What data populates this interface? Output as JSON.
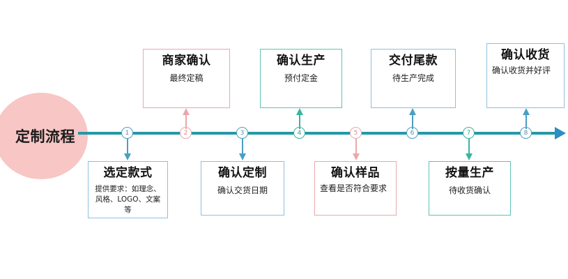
{
  "diagram": {
    "hub_label": "定制流程",
    "axis_color": "#2499a8",
    "arrow_color": "#2b8fc2"
  },
  "steps": [
    {
      "number": "1",
      "title": "选定款式",
      "subtitle": "提供要求：如理念、风格、LOGO、文案等",
      "side": "below",
      "color": "blue",
      "border_color": "#8fc0dd"
    },
    {
      "number": "2",
      "title": "商家确认",
      "subtitle": "最终定稿",
      "side": "above",
      "color": "pink",
      "border_color": "#e7a9ad"
    },
    {
      "number": "3",
      "title": "确认定制",
      "subtitle": "确认交货日期",
      "side": "below",
      "color": "blue",
      "border_color": "#8fc0dd"
    },
    {
      "number": "4",
      "title": "确认生产",
      "subtitle": "预付定金",
      "side": "above",
      "color": "teal",
      "border_color": "#5dc3b4"
    },
    {
      "number": "5",
      "title": "确认样品",
      "subtitle": "查看是否符合要求",
      "side": "below",
      "color": "pink",
      "border_color": "#e7a9ad"
    },
    {
      "number": "6",
      "title": "交付尾款",
      "subtitle": "待生产完成",
      "side": "above",
      "color": "blue",
      "border_color": "#8fc0dd"
    },
    {
      "number": "7",
      "title": "按量生产",
      "subtitle": "待收货确认",
      "side": "below",
      "color": "teal",
      "border_color": "#5dc3b4"
    },
    {
      "number": "8",
      "title": "确认收货",
      "subtitle": "确认收货并好评",
      "side": "above",
      "color": "blue",
      "border_color": "#8fc0dd"
    }
  ]
}
